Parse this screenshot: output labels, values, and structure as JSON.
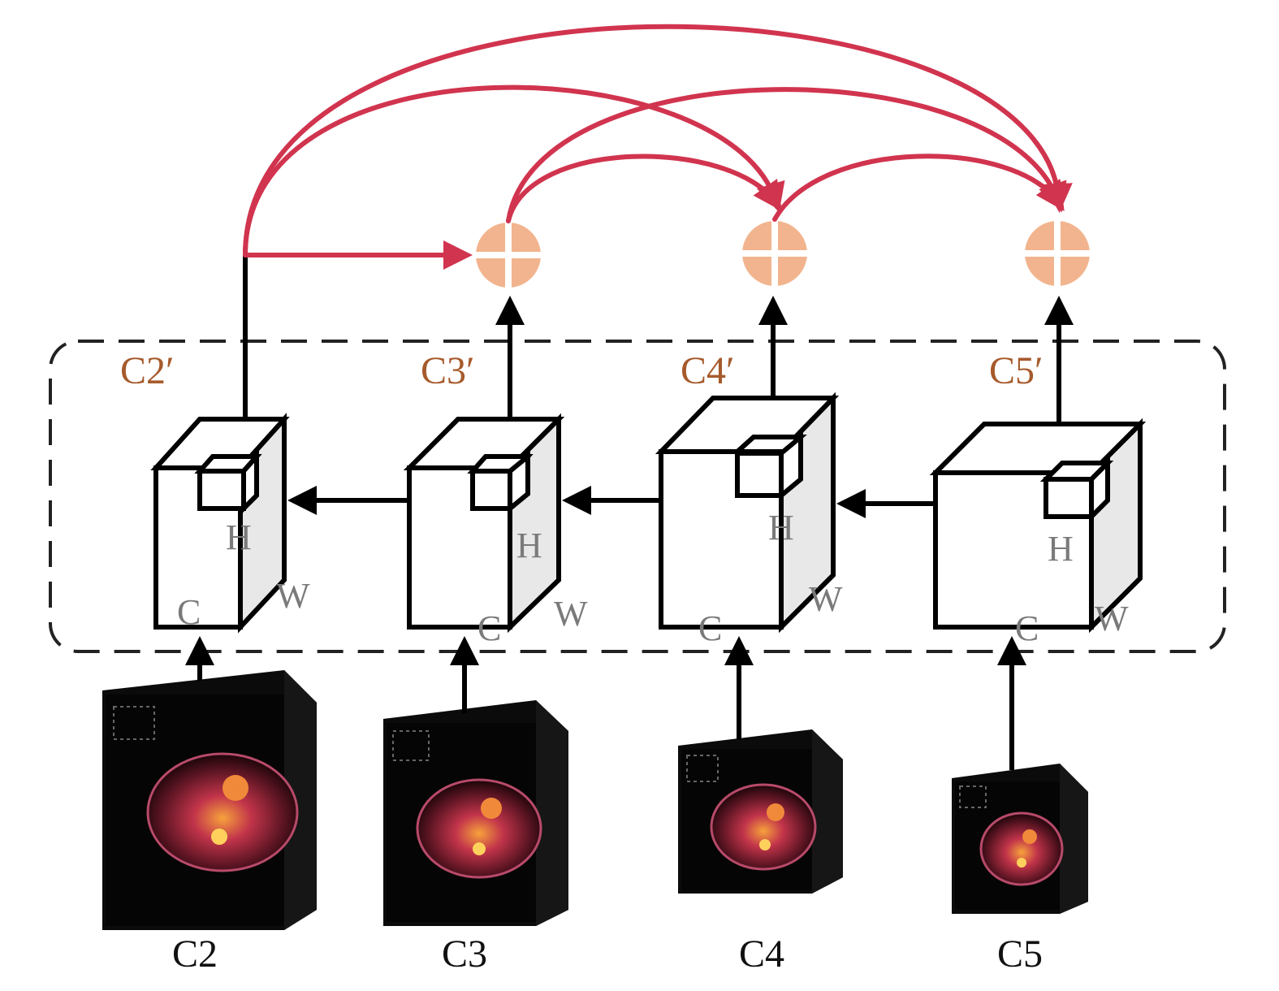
{
  "inputs": [
    {
      "label": "C2"
    },
    {
      "label": "C3"
    },
    {
      "label": "C4"
    },
    {
      "label": "C5"
    }
  ],
  "features": [
    {
      "label": "C2′"
    },
    {
      "label": "C3′"
    },
    {
      "label": "C4′"
    },
    {
      "label": "C5′"
    }
  ],
  "dims": {
    "h": "H",
    "w": "W",
    "c": "C"
  },
  "colors": {
    "fusion_arrows": "#d1344e",
    "prime_labels": "#a65a2b",
    "sum_nodes": "#f2b48e",
    "dim_text": "#7a7a7a"
  },
  "icons": {
    "sum_node": "circled-plus-icon"
  }
}
